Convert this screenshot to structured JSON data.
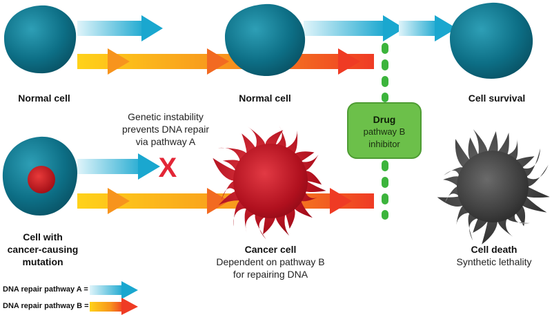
{
  "labels": {
    "normal_cell_left": "Normal cell",
    "normal_cell_mid": "Normal cell",
    "cell_survival": "Cell survival",
    "mutation_line1": "Cell with",
    "mutation_line2": "cancer-causing",
    "mutation_line3": "mutation",
    "instability_line1": "Genetic instability",
    "instability_line2": "prevents DNA repair",
    "instability_line3": "via pathway A",
    "cancer_title": "Cancer cell",
    "cancer_sub1": "Dependent on pathway B",
    "cancer_sub2": "for repairing DNA",
    "death_title": "Cell death",
    "death_sub": "Synthetic lethality"
  },
  "drug": {
    "title": "Drug",
    "line1": "pathway B",
    "line2": "inhibitor"
  },
  "legend": {
    "pathway_a": "DNA repair pathway A =",
    "pathway_b": "DNA repair pathway B ="
  },
  "blocked_mark": "X",
  "colors": {
    "pathway_a_light": "#cdeef7",
    "pathway_a_dark": "#1aa7cf",
    "pathway_b_yellow": "#ffd21a",
    "pathway_b_red": "#ef3b24",
    "normal_cell": "#0d6f86",
    "cancer_cell": "#b0101e",
    "dead_cell": "#3c3c3c",
    "drug_box": "#6cc04a",
    "block_x": "#e32636"
  }
}
